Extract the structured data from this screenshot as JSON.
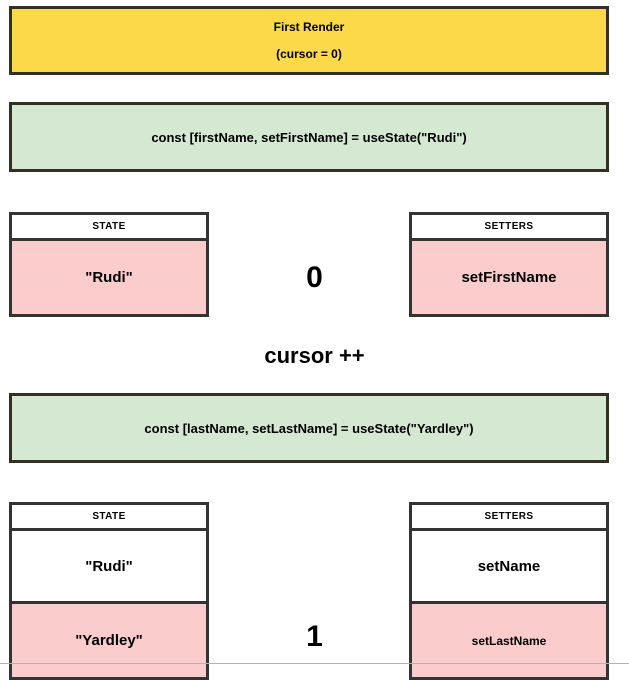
{
  "banner": {
    "title": "First Render",
    "subtitle": "(cursor = 0)",
    "title_color": "#fcd949"
  },
  "declarations": [
    {
      "code": "const [firstName, setFirstName] = useState(\"Rudi\")",
      "color": "#d5e8d2"
    },
    {
      "code": "const [lastName, setLastName] = useState(\"Yardley\")",
      "color": "#d5e8d2"
    }
  ],
  "colors": {
    "highlight_pink": "#facccc",
    "border_dark": "#333333",
    "banner_border": "#332f22"
  },
  "stage_one": {
    "state_table": {
      "header": "STATE",
      "rows": [
        {
          "value": "\"Rudi\"",
          "highlighted": true
        }
      ]
    },
    "setters_table": {
      "header": "SETTERS",
      "rows": [
        {
          "value": "setFirstName",
          "highlighted": true
        }
      ]
    },
    "cursor_value": "0",
    "cursor_operation": "cursor ++"
  },
  "stage_two": {
    "state_table": {
      "header": "STATE",
      "rows": [
        {
          "value": "\"Rudi\"",
          "highlighted": false
        },
        {
          "value": "\"Yardley\"",
          "highlighted": true
        }
      ]
    },
    "setters_table": {
      "header": "SETTERS",
      "rows": [
        {
          "value": "setName",
          "highlighted": false
        },
        {
          "value": "setLastName",
          "highlighted": true
        }
      ]
    },
    "cursor_value": "1"
  }
}
